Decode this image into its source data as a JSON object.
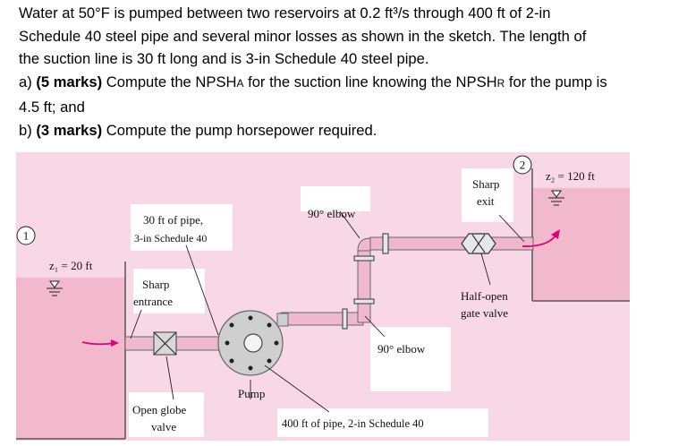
{
  "question": {
    "line1": "Water at 50°F is pumped between two reservoirs at 0.2 ft³/s through 400 ft of 2-in",
    "line2": "Schedule 40 steel pipe and several minor losses as shown in the sketch.   The length of",
    "line3": "the suction line is 30 ft long and is 3-in Schedule 40 steel pipe.",
    "part_a_prefix": "a) ",
    "part_a_marks": "(5 marks)",
    "part_a_text1": " Compute the NPSH",
    "part_a_sub1": "A",
    "part_a_text2": " for the suction line knowing the NPSH",
    "part_a_sub2": "R",
    "part_a_text3": " for the pump is",
    "part_a_line2": "4.5 ft; and",
    "part_b_prefix": "b) ",
    "part_b_marks": "(3 marks)",
    "part_b_text": " Compute the pump horsepower required."
  },
  "figure": {
    "point1": "1",
    "point2": "2",
    "z1": "z₁ = 20 ft",
    "z2": "z₂ = 120 ft",
    "suction_pipe_l1": "30 ft of pipe,",
    "suction_pipe_l2": "3-in  Schedule 40",
    "sharp_entrance_l1": "Sharp",
    "sharp_entrance_l2": "entrance",
    "globe_valve_l1": "Open globe",
    "globe_valve_l2": "valve",
    "pump": "Pump",
    "elbow_top": "90° elbow",
    "elbow_bottom": "90° elbow",
    "discharge_pipe": "400 ft of pipe,  2-in  Schedule 40",
    "sharp_exit_l1": "Sharp",
    "sharp_exit_l2": "exit",
    "gate_valve_l1": "Half-open",
    "gate_valve_l2": "gate valve",
    "colors": {
      "background": "#f8d8e6",
      "water": "#f2b8cc",
      "pipe": "#f0b8cc",
      "arrow": "#e0007a"
    }
  }
}
